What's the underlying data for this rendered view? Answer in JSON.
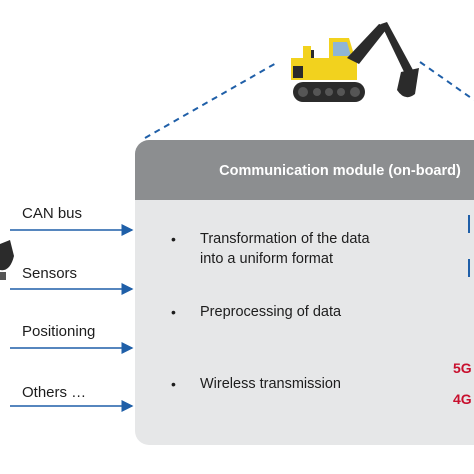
{
  "module": {
    "title": "Communication module (on-board)",
    "bullets": [
      {
        "line1": "Transformation of the data",
        "line2": "into a uniform format"
      },
      {
        "line1": "Preprocessing of data",
        "line2": ""
      },
      {
        "line1": "Wireless transmission",
        "line2": ""
      }
    ]
  },
  "inputs": [
    "CAN bus",
    "Sensors",
    "Positioning",
    "Others …"
  ],
  "networks": [
    "5G",
    "4G"
  ],
  "bullet_symbol": "•",
  "colors": {
    "arrow": "#1f5fa8",
    "dashed_line": "#1f5fa8",
    "header": "#8c8e90",
    "body": "#e6e7e8",
    "network_text": "#c8102e",
    "excavator_yellow": "#f2d21e",
    "excavator_dark": "#2b2b2b"
  },
  "icons": {
    "vehicle": "excavator-icon",
    "left_vehicle_partial": "excavator-bucket-icon",
    "right_edge_marker": "signal-icon"
  }
}
